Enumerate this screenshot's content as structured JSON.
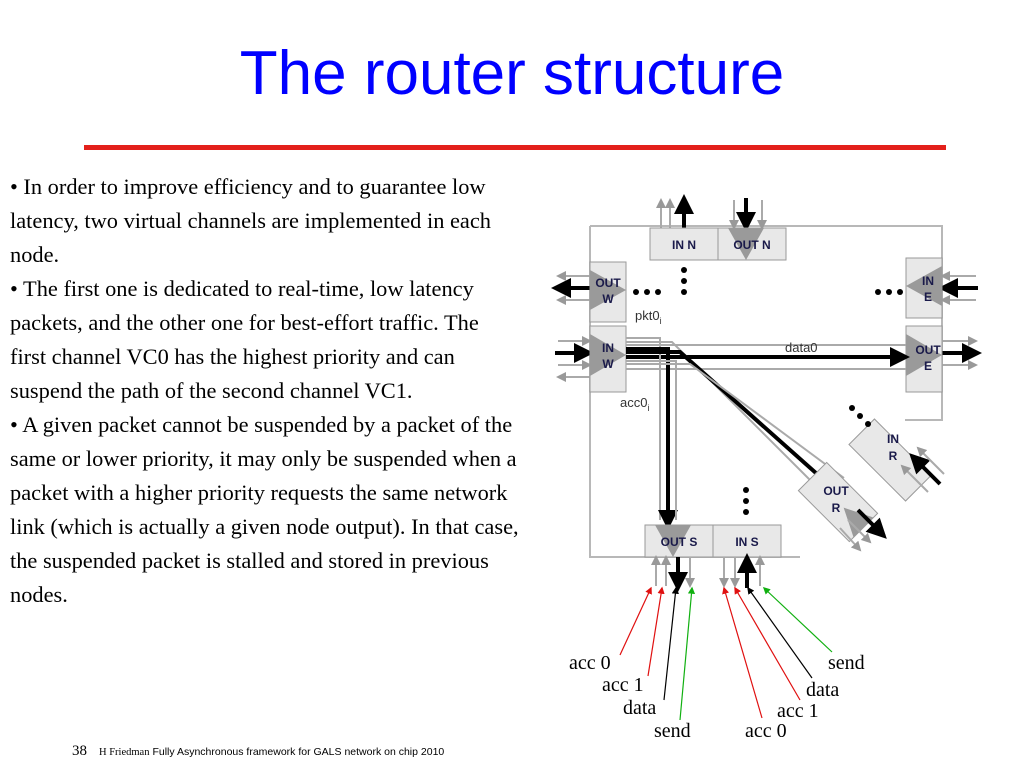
{
  "title": "The router structure",
  "bullets": [
    "• In order to improve efficiency and to guarantee low latency, two virtual channels are implemented in each node.",
    "• The first one is dedicated to real-time, low latency packets, and the other one for best-effort traffic. The first channel VC0 has the highest priority and can suspend the path of the second channel VC1.",
    "• A given packet cannot be suspended by a packet of the same or lower priority, it may only be suspended when a packet with a higher priority requests the same network link (which is actually a given node output). In that case, the suspended packet is stalled and stored in previous nodes."
  ],
  "diagram": {
    "blocks": {
      "in_n": "IN N",
      "out_n": "OUT N",
      "out_w_1": "OUT",
      "out_w_2": "W",
      "in_w_1": "IN",
      "in_w_2": "W",
      "in_e_1": "IN",
      "in_e_2": "E",
      "out_e_1": "OUT",
      "out_e_2": "E",
      "in_r_1": "IN",
      "in_r_2": "R",
      "out_r_1": "OUT",
      "out_r_2": "R",
      "out_s": "OUT S",
      "in_s": "IN S"
    },
    "signals": {
      "pkt": "pkt0",
      "pkt_sub": "i",
      "data": "data0",
      "acc": "acc0",
      "acc_sub": "i"
    },
    "wire_labels": {
      "out_acc0": "acc 0",
      "out_acc1": "acc 1",
      "out_data": "data",
      "out_send": "send",
      "in_send": "send",
      "in_data": "data",
      "in_acc1": "acc 1",
      "in_acc0": "acc 0"
    },
    "colors": {
      "acc": "#e01010",
      "data": "#000000",
      "send": "#10b010"
    }
  },
  "footer": {
    "page": "38",
    "author": "H Friedman",
    "paper": "Fully Asynchronous framework for GALS network on chip 2010"
  }
}
